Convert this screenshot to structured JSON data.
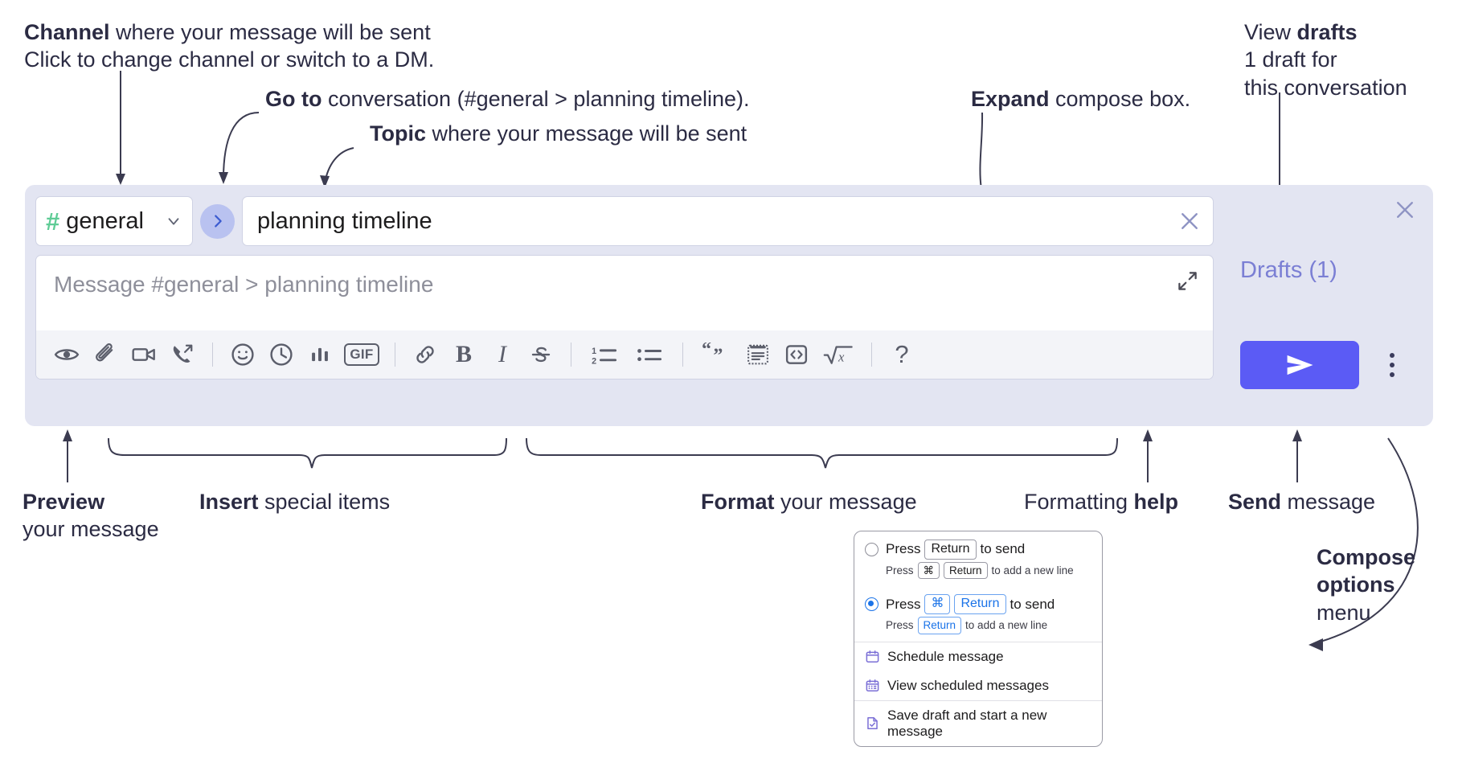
{
  "annotations": {
    "channel": {
      "bold": "Channel",
      "rest": " where your message will be sent",
      "italic": "Click to change channel or switch to a DM."
    },
    "goto": {
      "bold": "Go to",
      "rest": " conversation (#general > planning timeline)."
    },
    "topic": {
      "bold": "Topic",
      "rest": " where your message will be sent"
    },
    "expand": {
      "bold": "Expand",
      "rest": " compose box."
    },
    "drafts": {
      "lead": "View ",
      "bold": "drafts",
      "italic_line1": "1 draft for",
      "italic_line2": "this conversation"
    },
    "preview": {
      "bold": "Preview",
      "line2": "your message"
    },
    "insert": {
      "bold": "Insert",
      "rest": " special items"
    },
    "format": {
      "bold": "Format",
      "rest": " your message"
    },
    "help": {
      "lead": "Formatting ",
      "bold": "help"
    },
    "send": {
      "bold": "Send",
      "rest": " message"
    },
    "compose_options": {
      "bold_line1": "Compose",
      "bold_line2": "options",
      "line3": "menu"
    }
  },
  "compose": {
    "channel": {
      "hash": "#",
      "name": "general"
    },
    "goto_label": "›",
    "topic": {
      "value": "planning timeline"
    },
    "message": {
      "placeholder": "Message #general > planning timeline"
    },
    "toolbar": {
      "gif_label": "GIF",
      "bold_label": "B",
      "italic_label": "I",
      "help_label": "?",
      "items": [
        "eye-icon",
        "paperclip-icon",
        "video-camera-icon",
        "phone-forward-icon",
        "emoji-icon",
        "clock-icon",
        "bar-chart-icon",
        "gif-icon",
        "link-icon",
        "bold-icon",
        "italic-icon",
        "strikethrough-icon",
        "ordered-list-icon",
        "bulleted-list-icon",
        "blockquote-icon",
        "code-block-icon",
        "inline-code-icon",
        "math-icon",
        "help-icon"
      ]
    },
    "drafts_label": "Drafts (1)",
    "send_icon": "send-paper-plane-icon",
    "kebab_icon": "vertical-dots-icon",
    "close_icon": "close-icon",
    "expand_icon": "expand-icon",
    "topic_clear_icon": "close-icon"
  },
  "options_menu": {
    "option1": {
      "selected": false,
      "prefix": "Press",
      "key": "Return",
      "suffix": "to send",
      "sub_prefix": "Press",
      "sub_key1": "⌘",
      "sub_key2": "Return",
      "sub_suffix": "to add a new line"
    },
    "option2": {
      "selected": true,
      "prefix": "Press",
      "key1": "⌘",
      "key2": "Return",
      "suffix": "to send",
      "sub_prefix": "Press",
      "sub_key": "Return",
      "sub_suffix": "to add a new line"
    },
    "items": [
      {
        "icon": "calendar-clock-icon",
        "label": "Schedule message"
      },
      {
        "icon": "calendar-grid-icon",
        "label": "View scheduled messages"
      },
      {
        "icon": "document-check-icon",
        "label": "Save draft and start a new message"
      }
    ]
  },
  "colors": {
    "panel_bg": "#e3e5f2",
    "send_button": "#5b5bf5",
    "hash_green": "#5fcc96",
    "goto_blue": "#b9c2f0",
    "drafts_purple": "#7b7fd4",
    "menu_icon_purple": "#7b6fd6",
    "radio_blue": "#1a73e8",
    "annotation_text": "#2b2b43"
  }
}
